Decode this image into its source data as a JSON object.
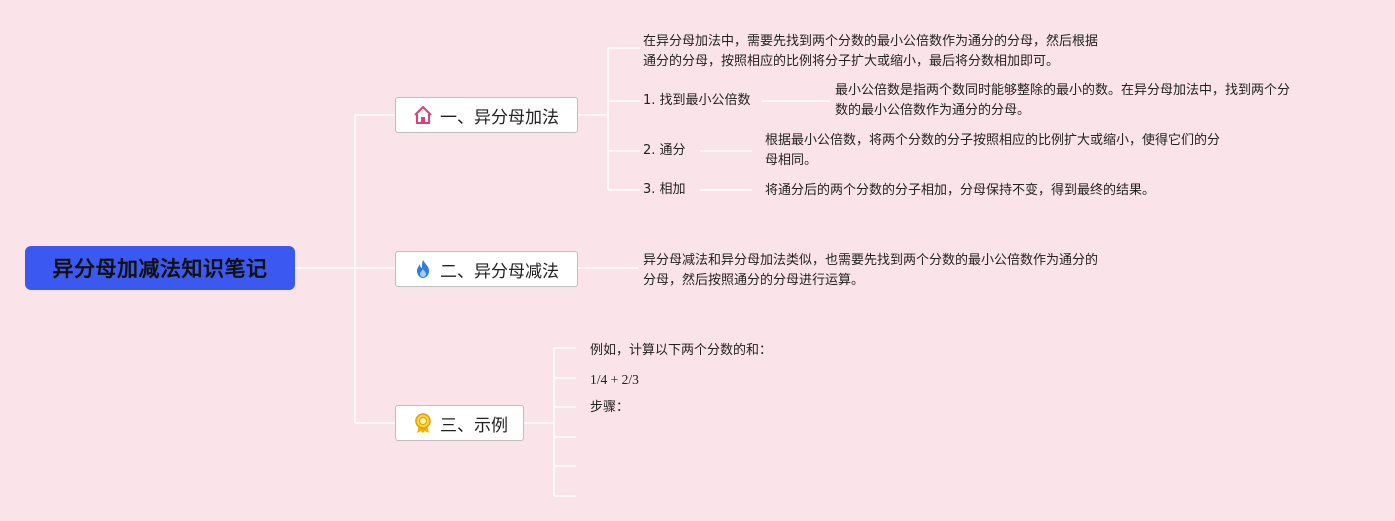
{
  "root": {
    "title": "异分母加减法知识笔记"
  },
  "branches": [
    {
      "label": "一、异分母加法",
      "icon": "house-icon"
    },
    {
      "label": "二、异分母减法",
      "icon": "fire-icon"
    },
    {
      "label": "三、示例",
      "icon": "award-badge-icon"
    }
  ],
  "addition": {
    "intro": [
      "在异分母加法中，需要先找到两个分数的最小公倍数作为通分的分母，然后根据",
      "通分的分母，按照相应的比例将分子扩大或缩小，最后将分数相加即可。"
    ],
    "steps": [
      {
        "label": "1. 找到最小公倍数",
        "detail": [
          "最小公倍数是指两个数同时能够整除的最小的数。在异分母加法中，找到两个分",
          "数的最小公倍数作为通分的分母。"
        ]
      },
      {
        "label": "2. 通分",
        "detail": [
          "根据最小公倍数，将两个分数的分子按照相应的比例扩大或缩小，使得它们的分",
          "母相同。"
        ]
      },
      {
        "label": "3. 相加",
        "detail": [
          "将通分后的两个分数的分子相加，分母保持不变，得到最终的结果。"
        ]
      }
    ]
  },
  "subtraction": {
    "intro": [
      "异分母减法和异分母加法类似，也需要先找到两个分数的最小公倍数作为通分的",
      "分母，然后按照通分的分母进行运算。"
    ]
  },
  "example": {
    "items": [
      "例如，计算以下两个分数的和：",
      "1/4 + 2/3",
      "步骤：",
      "",
      "",
      ""
    ]
  },
  "colors": {
    "background": "#fbe3ea",
    "root_fill": "#3b59f0",
    "line": "#ffffff"
  }
}
